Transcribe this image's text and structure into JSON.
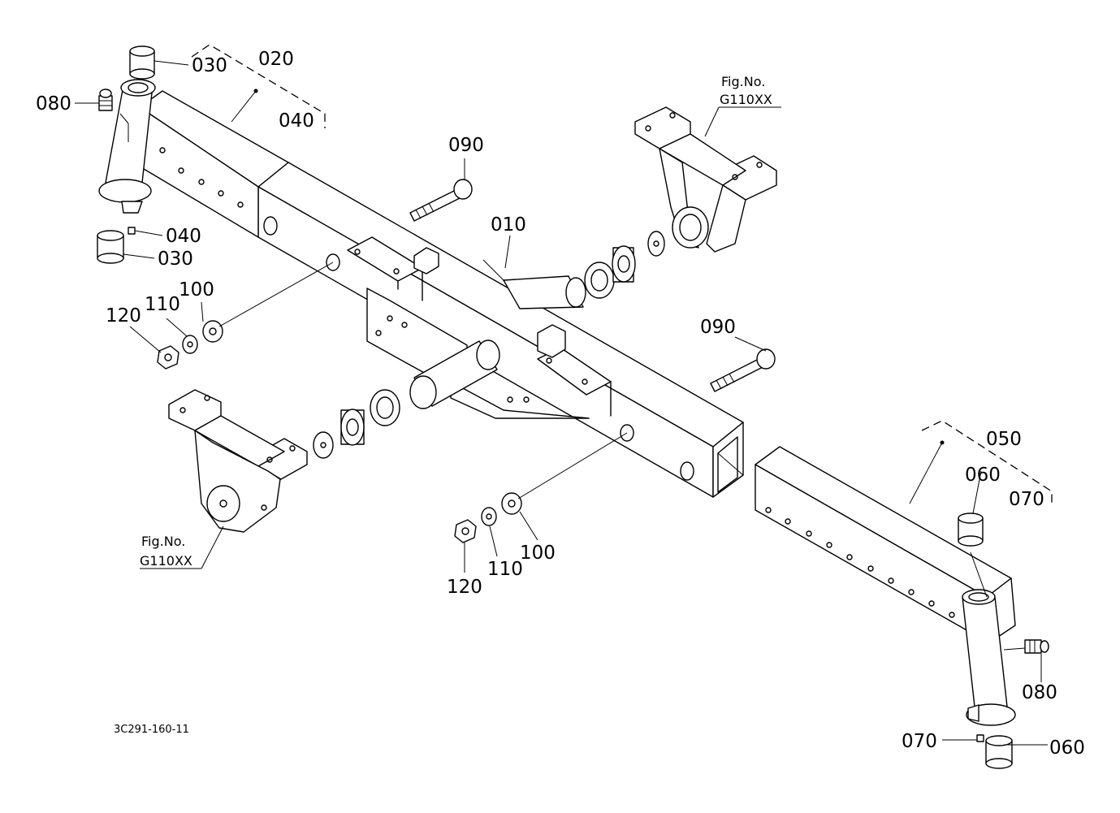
{
  "diagram": {
    "drawing_number": "3C291-160-11",
    "fig_reference": {
      "title": "Fig.No.",
      "number": "G110XX"
    },
    "parts": {
      "p010": "010",
      "p020": "020",
      "p030": "030",
      "p040": "040",
      "p050": "050",
      "p060": "060",
      "p070": "070",
      "p080": "080",
      "p090": "090",
      "p100": "100",
      "p110": "110",
      "p120": "120"
    }
  }
}
